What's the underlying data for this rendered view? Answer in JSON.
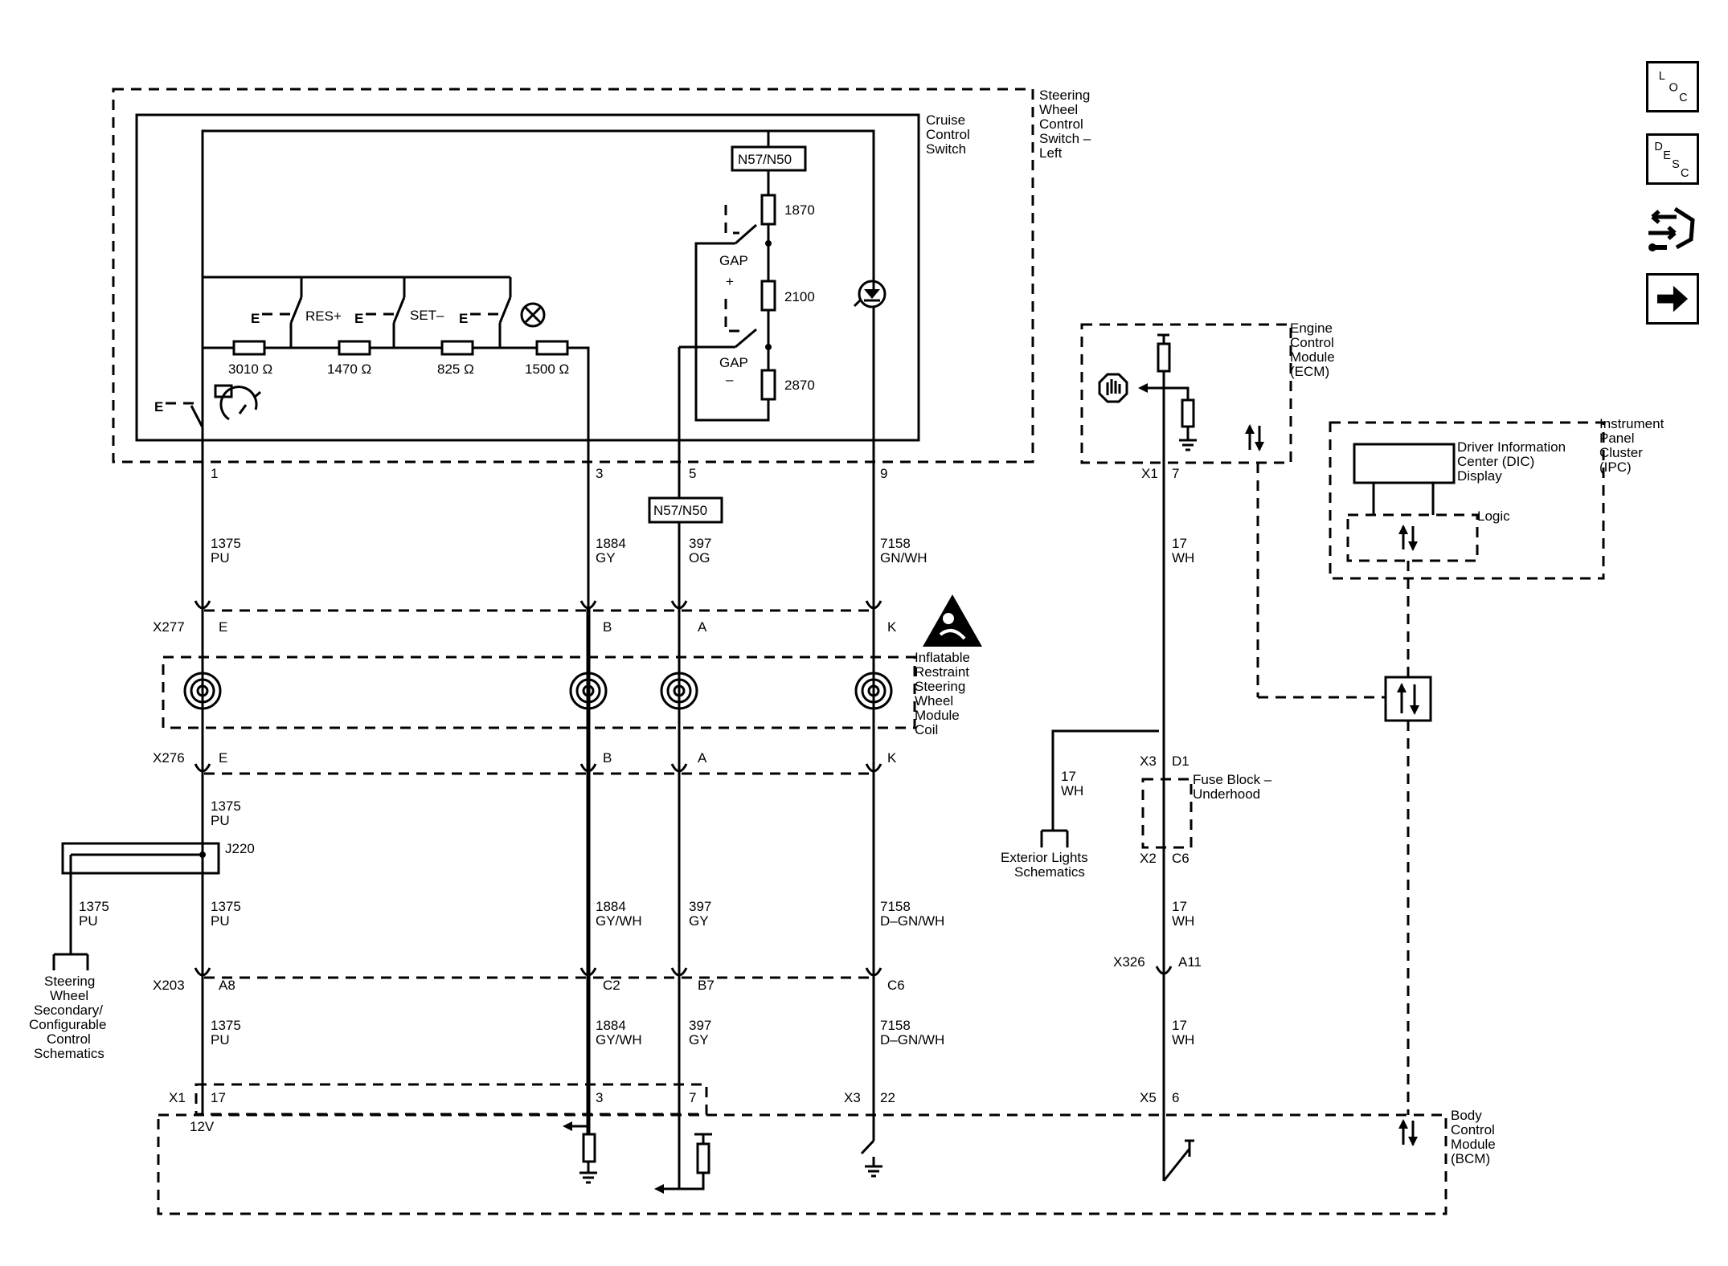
{
  "modules": {
    "swc_left": [
      "Steering",
      "Wheel",
      "Control",
      "Switch –",
      "Left"
    ],
    "cruise_switch": [
      "Cruise",
      "Control",
      "Switch"
    ],
    "airbag_coil": [
      "Inflatable",
      "Restraint",
      "Steering",
      "Wheel",
      "Module",
      "Coil"
    ],
    "ecm": [
      "Engine",
      "Control",
      "Module",
      "(ECM)"
    ],
    "ipc": [
      "Instrument",
      "Panel",
      "Cluster",
      "(IPC)"
    ],
    "dic": [
      "Driver Information",
      "Center (DIC)",
      "Display"
    ],
    "logic": "Logic",
    "fuse_block": [
      "Fuse Block –",
      "Underhood"
    ],
    "bcm": [
      "Body",
      "Control",
      "Module",
      "(BCM)"
    ],
    "exterior_lights": [
      "Exterior Lights",
      "Schematics"
    ],
    "sw_secondary": [
      "Steering",
      "Wheel",
      "Secondary/",
      "Configurable",
      "Control",
      "Schematics"
    ]
  },
  "switch_labels": {
    "res": "RES+",
    "set": "SET–",
    "gap": "GAP",
    "plus": "+",
    "minus": "–"
  },
  "resistors": {
    "r1": "3010 Ω",
    "r2": "1470 Ω",
    "r3": "825 Ω",
    "r4": "1500 Ω",
    "g1": "1870",
    "g2": "2100",
    "g3": "2870"
  },
  "option_code": "N57/N50",
  "pins": {
    "p1": "1",
    "p3": "3",
    "p5": "5",
    "p9": "9",
    "ecm": "7",
    "bcm_a": "17",
    "bcm_b": "3",
    "bcm_c": "7",
    "bcm_d": "22",
    "bcm_e": "6"
  },
  "connectors": {
    "x277": "X277",
    "x276": "X276",
    "x203": "X203",
    "x1_ecm": "X1",
    "x3": "X3",
    "x2": "X2",
    "x326": "X326",
    "x1_bcm": "X1",
    "x3_bcm": "X3",
    "x5_bcm": "X5",
    "j220": "J220",
    "cav_e": "E",
    "cav_b": "B",
    "cav_a": "A",
    "cav_k": "K",
    "cav_a8": "A8",
    "cav_c2": "C2",
    "cav_b7": "B7",
    "cav_c6": "C6",
    "cav_d1": "D1",
    "cav_c6b": "C6",
    "cav_a11": "A11"
  },
  "circuits": {
    "c1375": "1375",
    "pu": "PU",
    "c1884": "1884",
    "gy": "GY",
    "gywh": "GY/WH",
    "c397": "397",
    "og": "OG",
    "c7158": "7158",
    "gnwh": "GN/WH",
    "dgnwh": "D–GN/WH",
    "c17": "17",
    "wh": "WH"
  },
  "voltage": "12V",
  "nav": {
    "loc": [
      "L",
      "O",
      "C"
    ],
    "desc": [
      "D",
      "E",
      "S",
      "C"
    ]
  }
}
